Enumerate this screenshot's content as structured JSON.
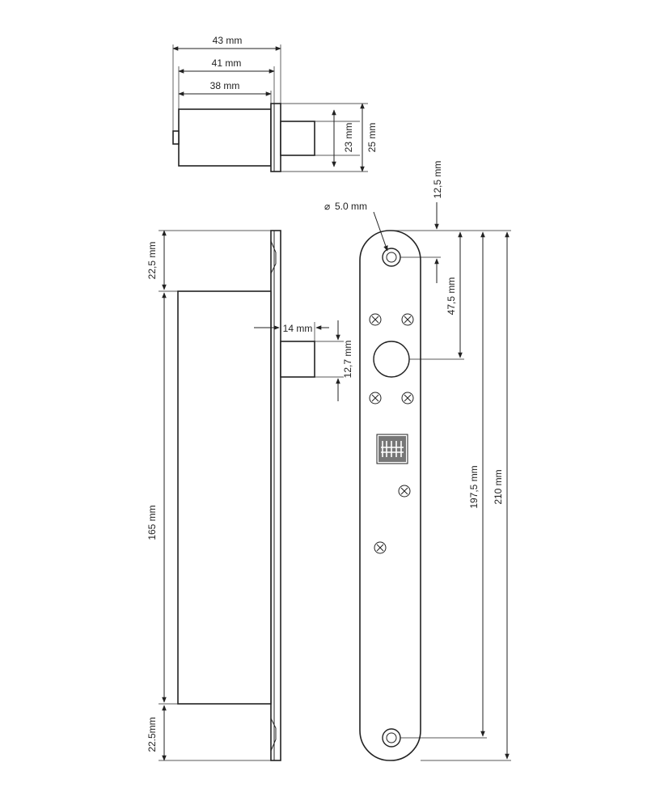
{
  "colors": {
    "line": "#222222",
    "background": "#ffffff"
  },
  "icons": [
    "logo-icon",
    "screw-icon"
  ],
  "top_view": {
    "width_outer": "43 mm",
    "width_mid": "41 mm",
    "width_inner": "38 mm",
    "bolt_height": "23 mm",
    "flange_height": "25 mm"
  },
  "side_view": {
    "top_offset": "22,5 mm",
    "body_length": "165 mm",
    "bottom_offset": "22.5mm",
    "bolt_length": "14 mm",
    "bolt_width": "12,7 mm"
  },
  "front_view": {
    "hole_diameter": "5.0 mm",
    "top_hole_offset": "12,5 mm",
    "bolt_center_offset": "47,5 mm",
    "hole_spacing": "197,5 mm",
    "plate_length": "210 mm"
  }
}
